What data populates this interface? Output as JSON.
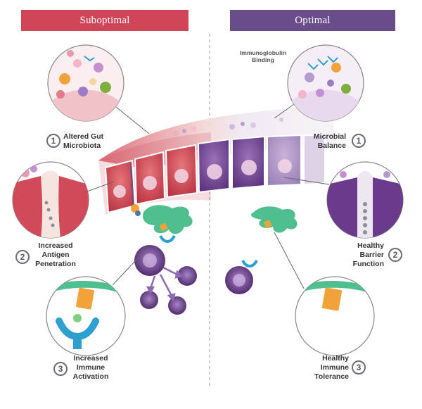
{
  "headers": {
    "left": "Suboptimal",
    "right": "Optimal"
  },
  "left": {
    "items": [
      {
        "number": "1",
        "label": "Altered Gut Microbiota"
      },
      {
        "number": "2",
        "label": "Increased Antigen Penetration"
      },
      {
        "number": "3",
        "label": "Increased Immune Activation"
      }
    ]
  },
  "right": {
    "items": [
      {
        "number": "1",
        "label": "Microbial Balance"
      },
      {
        "number": "2",
        "label": "Healthy Barrier Function"
      },
      {
        "number": "3",
        "label": "Healthy Immune Tolerance"
      }
    ],
    "callout": "Immunoglobulin Binding"
  },
  "colors": {
    "suboptimal": "#cf4659",
    "optimal": "#6a4c8a",
    "immune_cell": "#4fbf8f",
    "receptor": "#f2a23a"
  }
}
